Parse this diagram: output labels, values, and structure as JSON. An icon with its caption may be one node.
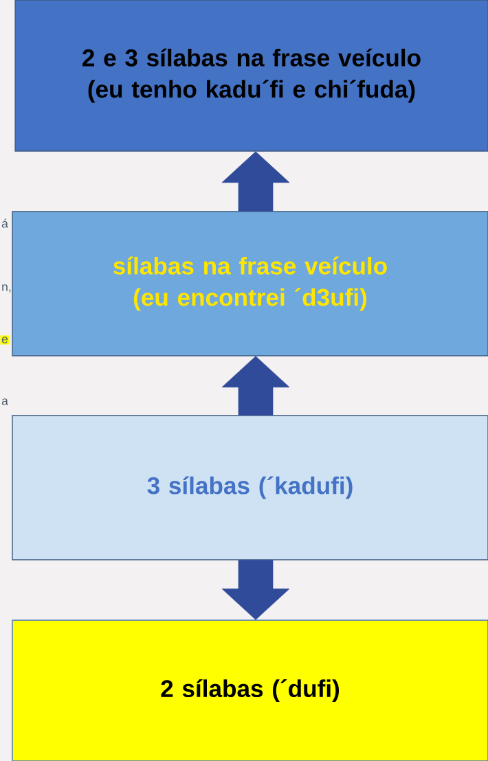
{
  "diagram": {
    "nodes": [
      {
        "text": [
          "2 e 3 sílabas na frase veículo (eu tenho kadu´fi e chi´fuda)"
        ]
      },
      {
        "text": [
          "sílabas na frase veículo (eu encontrei ´d3ufi)"
        ]
      },
      {
        "text": [
          "3 sílabas  (´kadufi)"
        ]
      },
      {
        "text": [
          "2 sílabas  (´dufi)"
        ]
      }
    ],
    "edges": [
      {
        "from": 1,
        "to": 0,
        "arrow": "to"
      },
      {
        "from": 2,
        "to": 1,
        "arrow": "to"
      },
      {
        "from": 2,
        "to": 3,
        "arrow": "to"
      }
    ],
    "labels": [
      "á",
      "n,",
      "e",
      "a"
    ]
  }
}
